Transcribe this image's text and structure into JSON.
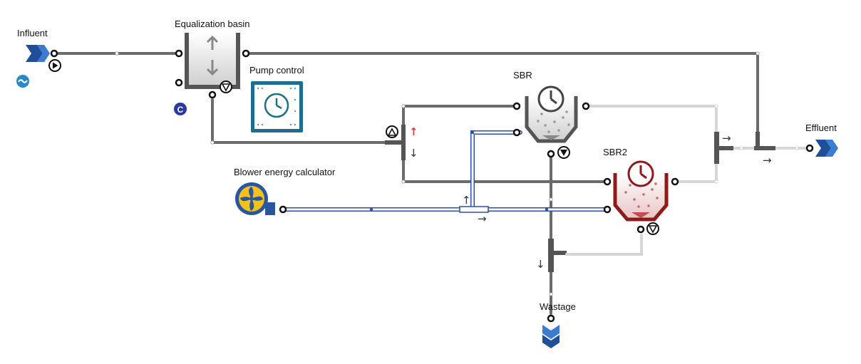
{
  "units": {
    "influent": {
      "label": "Influent"
    },
    "equalization_basin": {
      "label": "Equalization basin"
    },
    "pump_control": {
      "label": "Pump control"
    },
    "sbr1": {
      "label": "SBR"
    },
    "sbr2": {
      "label": "SBR2"
    },
    "effluent": {
      "label": "Effluent"
    },
    "wastage": {
      "label": "Wastage"
    },
    "blower": {
      "label": "Blower energy calculator"
    }
  },
  "badges": {
    "controller_letter": "C"
  },
  "arrows": {
    "up": "↑",
    "down": "↓",
    "right": "→"
  },
  "colors": {
    "pipe_dark": "#6b6b6b",
    "pipe_light": "#d6d6d6",
    "air_line": "#2b4fa8",
    "chevron_blue": "#1f4f9a",
    "pump_control_teal": "#1d6e8c",
    "sbr2_red": "#8e1b1b",
    "blower_blue": "#2a55a0",
    "blower_yellow": "#f2c21b",
    "up_arrow_red": "#e02020"
  }
}
